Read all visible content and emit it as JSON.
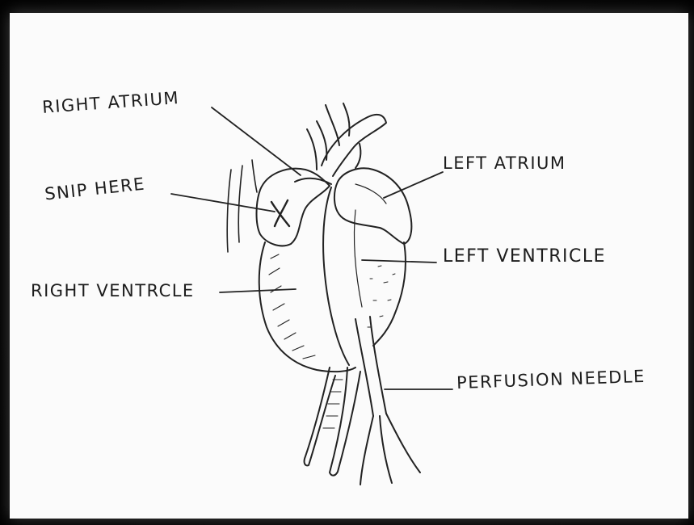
{
  "diagram": {
    "labels": {
      "right_atrium": "RIGHT ATRIUM",
      "snip_here": "SNIP HERE",
      "left_atrium": "LEFT ATRIUM",
      "left_ventricle": "LEFT VENTRICLE",
      "right_ventricle": "RIGHT VENTRCLE",
      "perfusion_needle": "PERFUSION NEEDLE"
    },
    "snip_mark": "X"
  }
}
